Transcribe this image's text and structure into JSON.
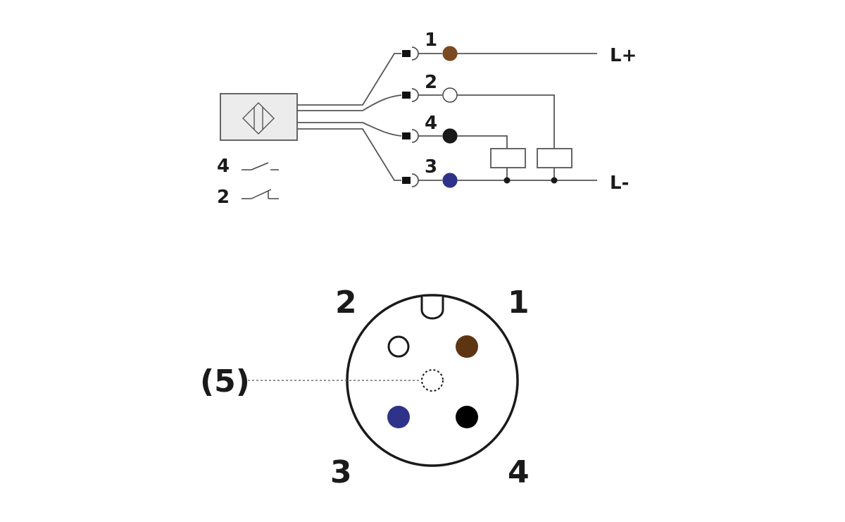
{
  "wiring": {
    "pins": [
      {
        "number": "1",
        "color": "#7a4a22"
      },
      {
        "number": "2",
        "color": "#ffffff"
      },
      {
        "number": "4",
        "color": "#1a1a1a"
      },
      {
        "number": "3",
        "color": "#2e3389"
      }
    ],
    "supply_plus": "L+",
    "supply_minus": "L-",
    "legend": [
      {
        "pin": "4",
        "contact": "normally-open-contact-icon"
      },
      {
        "pin": "2",
        "contact": "normally-closed-contact-icon"
      }
    ]
  },
  "connector": {
    "pin1_label": "1",
    "pin2_label": "2",
    "pin3_label": "3",
    "pin4_label": "4",
    "pin5_label": "(5)",
    "pin1_color": "#5e3512",
    "pin2_color": "#ffffff",
    "pin3_color": "#2e3389",
    "pin4_color": "#000000"
  },
  "colors": {
    "sensor_fill": "#ececec",
    "line": "#555555"
  }
}
